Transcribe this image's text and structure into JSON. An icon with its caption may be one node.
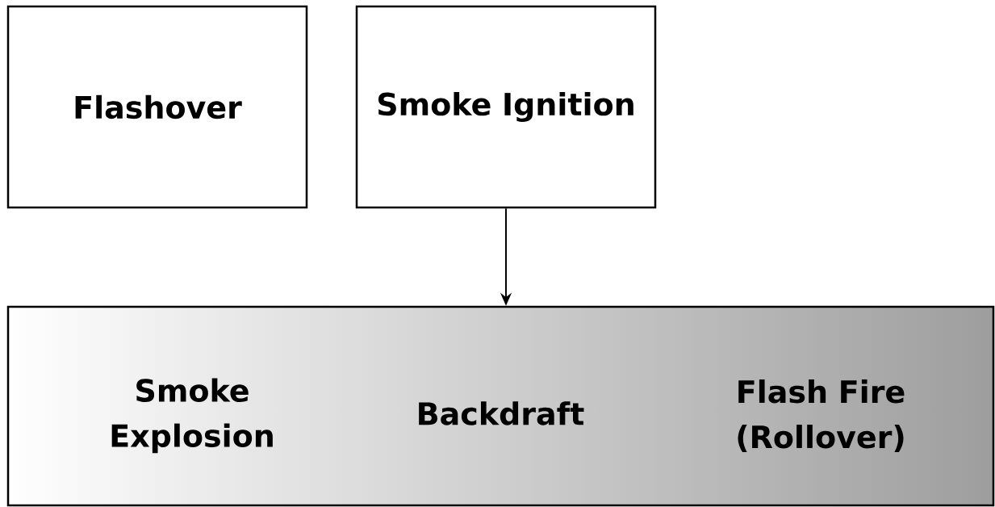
{
  "diagram": {
    "nodes": [
      {
        "text": [
          "Flashover"
        ]
      },
      {
        "text": [
          "Smoke Ignition"
        ]
      },
      {
        "text": [
          "Smoke Explosion",
          "Backdraft",
          "Flash Fire (Rollover)"
        ]
      }
    ],
    "edges": [
      {
        "from": 1,
        "to": 2,
        "arrow": "to"
      }
    ]
  }
}
